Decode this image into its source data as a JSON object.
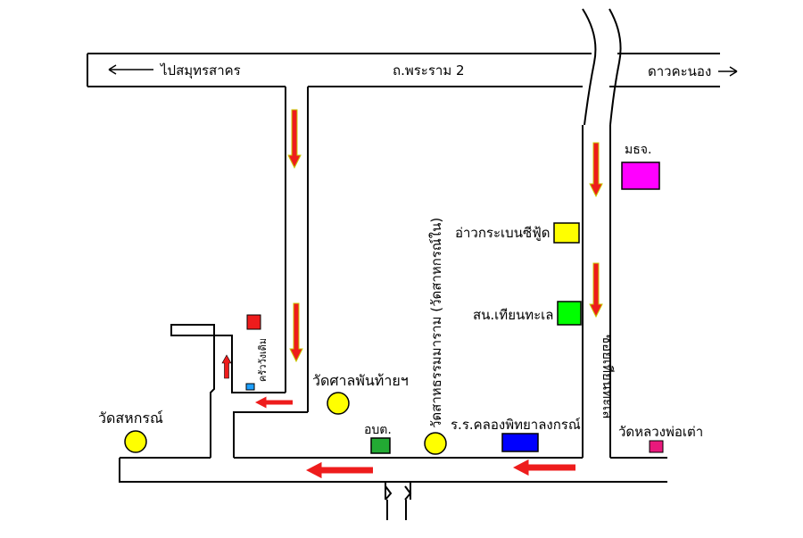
{
  "roads": {
    "main_road": "ถ.พระราม 2",
    "to_left": "ไปสมุทรสาคร",
    "to_right": "ดาวคะนอง",
    "soi_right": "ซอยเทียนทะเล"
  },
  "places": {
    "kmutt": "มธจ.",
    "seafood": "อ่าวกระเบนซีฟู้ด",
    "police": "สน.เทียนทะเล",
    "wat_sala": "วัดศาลพันท้ายฯ",
    "wat_sahakorn": "วัดสหกรณ์",
    "wat_samut": "วัดสาหธรรมมาราม (วัดสาหกรณ์ใน)",
    "obt": "อบต.",
    "school": "ร.ร.คลองพิทยาลงกรณ์",
    "wat_luang": "วัดหลวงพ่อเต่า",
    "kitchen": "ครัววังเดิม"
  },
  "colors": {
    "arrow": "#ee1c1c",
    "arrow_tip": "#c8c800",
    "kmutt": "#ff00ff",
    "seafood": "#ffff00",
    "police": "#00ff00",
    "temple": "#ffff00",
    "obt": "#22aa33",
    "school": "#0000ff",
    "wat_luang": "#e8197c",
    "kitchen": "#ee1c1c",
    "kitchen_small": "#1ea0ff"
  }
}
